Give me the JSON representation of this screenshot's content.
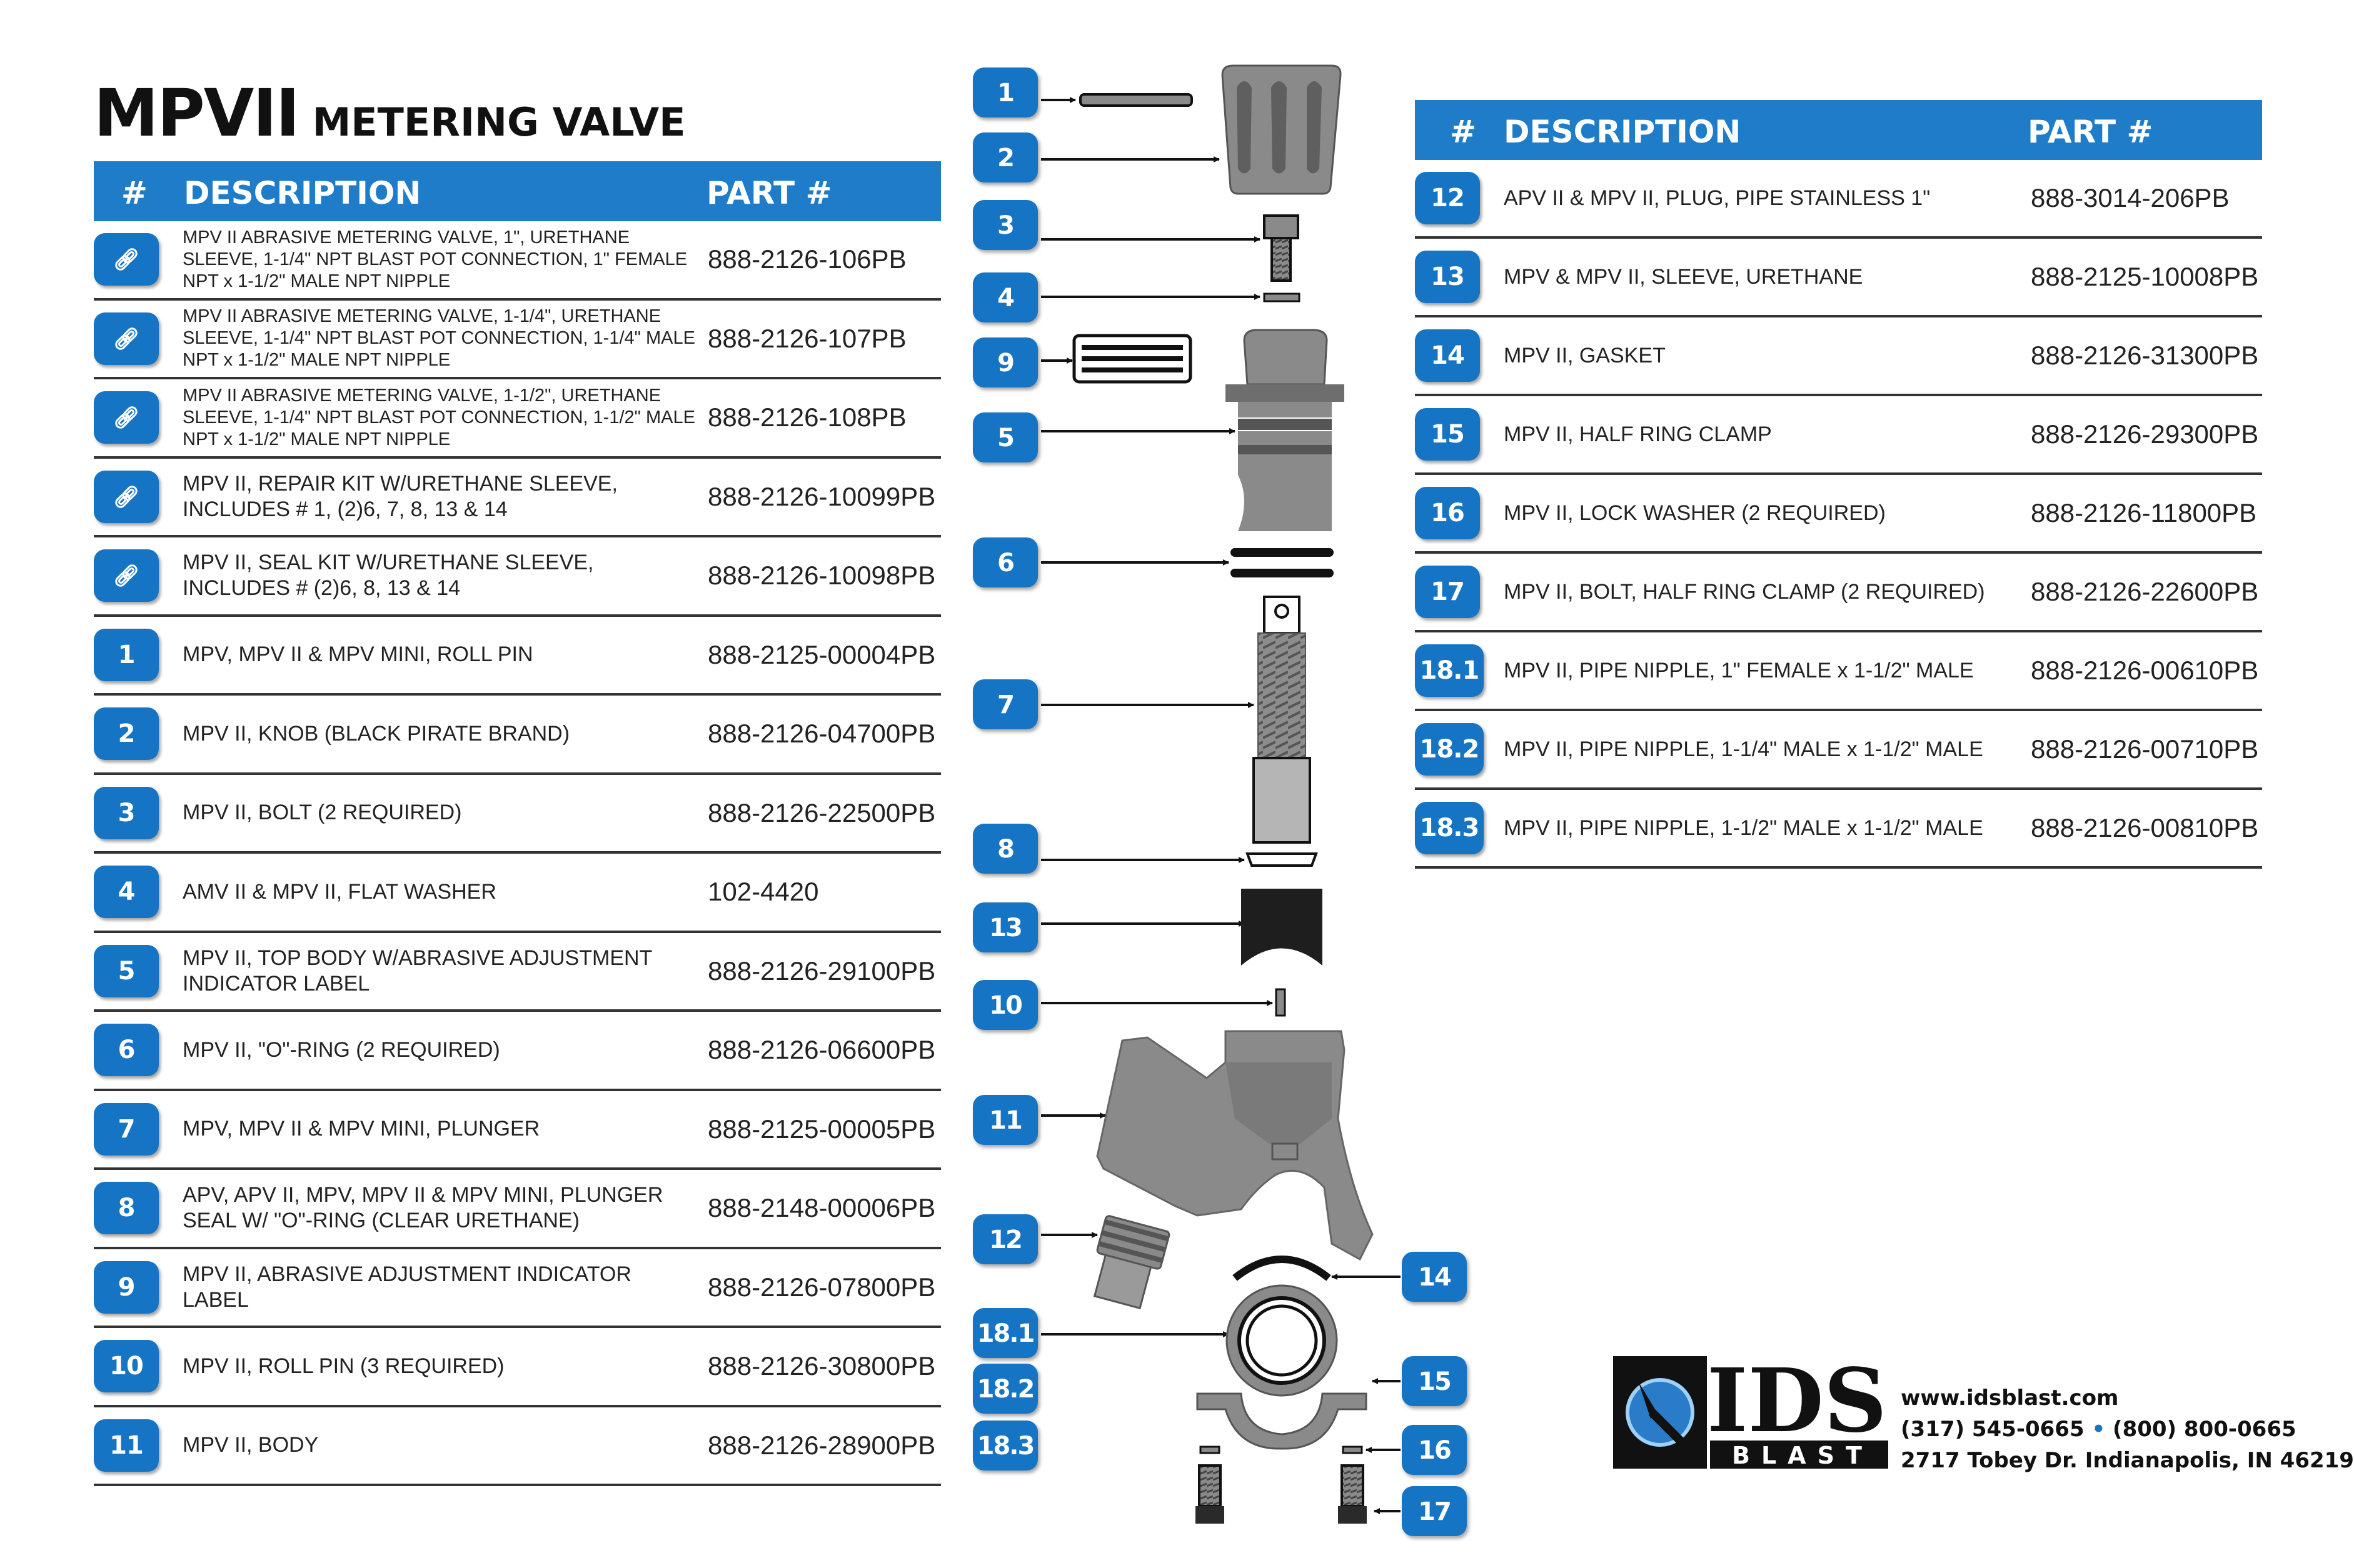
{
  "title": {
    "main": "MPVII",
    "sub": "METERING VALVE"
  },
  "left_table": {
    "headers": {
      "num": "#",
      "desc": "DESCRIPTION",
      "part": "PART #"
    },
    "rows": [
      {
        "num": "",
        "icon": "link-icon",
        "desc": "MPV II ABRASIVE METERING VALVE, 1\", URETHANE SLEEVE, 1-1/4\" NPT BLAST POT CONNECTION, 1\" FEMALE NPT x 1-1/2\" MALE NPT NIPPLE",
        "part": "888-2126-106PB"
      },
      {
        "num": "",
        "icon": "link-icon",
        "desc": "MPV II ABRASIVE METERING VALVE, 1-1/4\", URETHANE SLEEVE, 1-1/4\" NPT BLAST POT CONNECTION, 1-1/4\" MALE NPT x 1-1/2\" MALE NPT NIPPLE",
        "part": "888-2126-107PB"
      },
      {
        "num": "",
        "icon": "link-icon",
        "desc": "MPV II ABRASIVE METERING VALVE, 1-1/2\", URETHANE SLEEVE, 1-1/4\" NPT BLAST POT CONNECTION, 1-1/2\" MALE NPT x 1-1/2\" MALE NPT NIPPLE",
        "part": "888-2126-108PB"
      },
      {
        "num": "",
        "icon": "link-icon",
        "desc": "MPV II, REPAIR KIT W/URETHANE SLEEVE, INCLUDES # 1, (2)6, 7, 8, 13 & 14",
        "part": "888-2126-10099PB"
      },
      {
        "num": "",
        "icon": "link-icon",
        "desc": "MPV II, SEAL KIT W/URETHANE SLEEVE, INCLUDES # (2)6, 8, 13 & 14",
        "part": "888-2126-10098PB"
      },
      {
        "num": "1",
        "desc": "MPV, MPV II & MPV MINI, ROLL PIN",
        "part": "888-2125-00004PB"
      },
      {
        "num": "2",
        "desc": "MPV II, KNOB (BLACK PIRATE BRAND)",
        "part": "888-2126-04700PB"
      },
      {
        "num": "3",
        "desc": "MPV II, BOLT (2 REQUIRED)",
        "part": "888-2126-22500PB"
      },
      {
        "num": "4",
        "desc": "AMV II & MPV II, FLAT WASHER",
        "part": "102-4420"
      },
      {
        "num": "5",
        "desc": "MPV II, TOP BODY W/ABRASIVE ADJUSTMENT INDICATOR LABEL",
        "part": "888-2126-29100PB"
      },
      {
        "num": "6",
        "desc": "MPV II, \"O\"-RING (2 REQUIRED)",
        "part": "888-2126-06600PB"
      },
      {
        "num": "7",
        "desc": "MPV, MPV II & MPV MINI, PLUNGER",
        "part": "888-2125-00005PB"
      },
      {
        "num": "8",
        "desc": "APV, APV II, MPV, MPV II & MPV MINI, PLUNGER SEAL W/ \"O\"-RING (CLEAR URETHANE)",
        "part": "888-2148-00006PB"
      },
      {
        "num": "9",
        "desc": "MPV II, ABRASIVE ADJUSTMENT INDICATOR LABEL",
        "part": "888-2126-07800PB"
      },
      {
        "num": "10",
        "desc": "MPV II, ROLL PIN (3 REQUIRED)",
        "part": "888-2126-30800PB"
      },
      {
        "num": "11",
        "desc": "MPV II, BODY",
        "part": "888-2126-28900PB"
      }
    ]
  },
  "right_table": {
    "headers": {
      "num": "#",
      "desc": "DESCRIPTION",
      "part": "PART #"
    },
    "rows": [
      {
        "num": "12",
        "desc": "APV II & MPV II, PLUG, PIPE STAINLESS 1\"",
        "part": "888-3014-206PB"
      },
      {
        "num": "13",
        "desc": "MPV & MPV II, SLEEVE, URETHANE",
        "part": "888-2125-10008PB"
      },
      {
        "num": "14",
        "desc": "MPV II, GASKET",
        "part": "888-2126-31300PB"
      },
      {
        "num": "15",
        "desc": "MPV II, HALF RING CLAMP",
        "part": "888-2126-29300PB"
      },
      {
        "num": "16",
        "desc": "MPV II, LOCK WASHER (2 REQUIRED)",
        "part": "888-2126-11800PB"
      },
      {
        "num": "17",
        "desc": "MPV II, BOLT, HALF RING CLAMP (2 REQUIRED)",
        "part": "888-2126-22600PB"
      },
      {
        "num": "18.1",
        "desc": "MPV II, PIPE NIPPLE, 1\" FEMALE x 1-1/2\" MALE",
        "part": "888-2126-00610PB"
      },
      {
        "num": "18.2",
        "desc": "MPV II, PIPE NIPPLE, 1-1/4\" MALE x 1-1/2\" MALE",
        "part": "888-2126-00710PB"
      },
      {
        "num": "18.3",
        "desc": "MPV II, PIPE NIPPLE, 1-1/2\" MALE x 1-1/2\" MALE",
        "part": "888-2126-00810PB"
      }
    ]
  },
  "diagram_callouts": {
    "left": [
      "1",
      "2",
      "3",
      "4",
      "9",
      "5",
      "6",
      "7",
      "8",
      "13",
      "10",
      "11",
      "12",
      "18.1",
      "18.2",
      "18.3"
    ],
    "right": [
      "14",
      "15",
      "16",
      "17"
    ]
  },
  "logo": {
    "brand": "IDS",
    "sub": "BLAST"
  },
  "contact": {
    "website": "www.idsblast.com",
    "phone1": "(317) 545-0665",
    "separator": "•",
    "phone2": "(800) 800-0665",
    "address": "2717 Tobey Dr. Indianapolis, IN 46219"
  },
  "colors": {
    "accent": "#1f7cc8",
    "badge": "#1674c4",
    "part_gray": "#8a8a8a",
    "dark": "#1a1a1a"
  }
}
